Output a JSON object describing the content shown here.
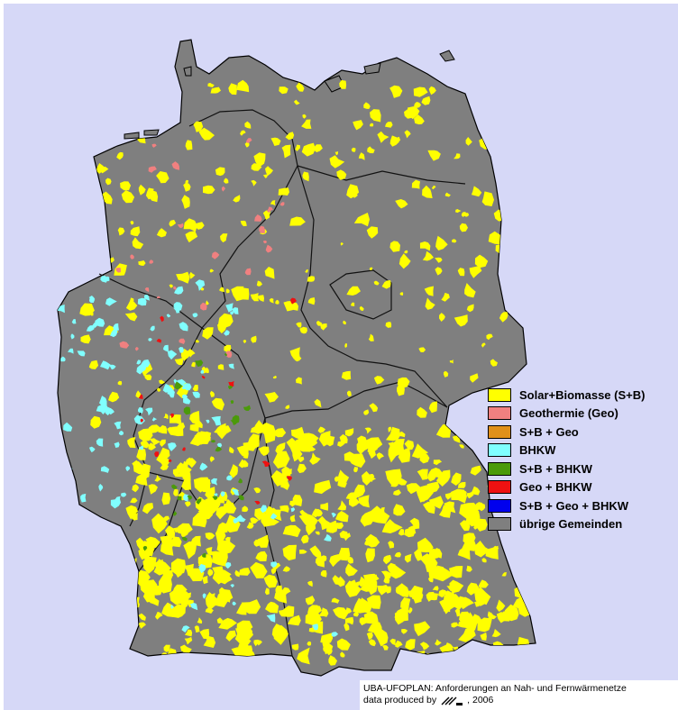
{
  "legend": {
    "items": [
      {
        "label": "Solar+Biomasse (S+B)",
        "color": "#ffff00"
      },
      {
        "label": "Geothermie (Geo)",
        "color": "#f08080"
      },
      {
        "label": "S+B + Geo",
        "color": "#e0901a"
      },
      {
        "label": "BHKW",
        "color": "#80ffff"
      },
      {
        "label": "S+B + BHKW",
        "color": "#4b9a0a"
      },
      {
        "label": "Geo + BHKW",
        "color": "#ee1111"
      },
      {
        "label": "S+B + Geo + BHKW",
        "color": "#0000ee"
      },
      {
        "label": "übrige Gemeinden",
        "color": "#7f7f7f"
      }
    ]
  },
  "credit": {
    "line1": "UBA-UFOPLAN: Anforderungen an Nah- und Fernwärmenetze",
    "line2_prefix": "data produced by",
    "line2_suffix": ", 2006",
    "logo_icon": "dlr-logo-icon"
  },
  "colors": {
    "background": "#d6d8f7",
    "land": "#7f7f7f",
    "borders": "#111111"
  }
}
